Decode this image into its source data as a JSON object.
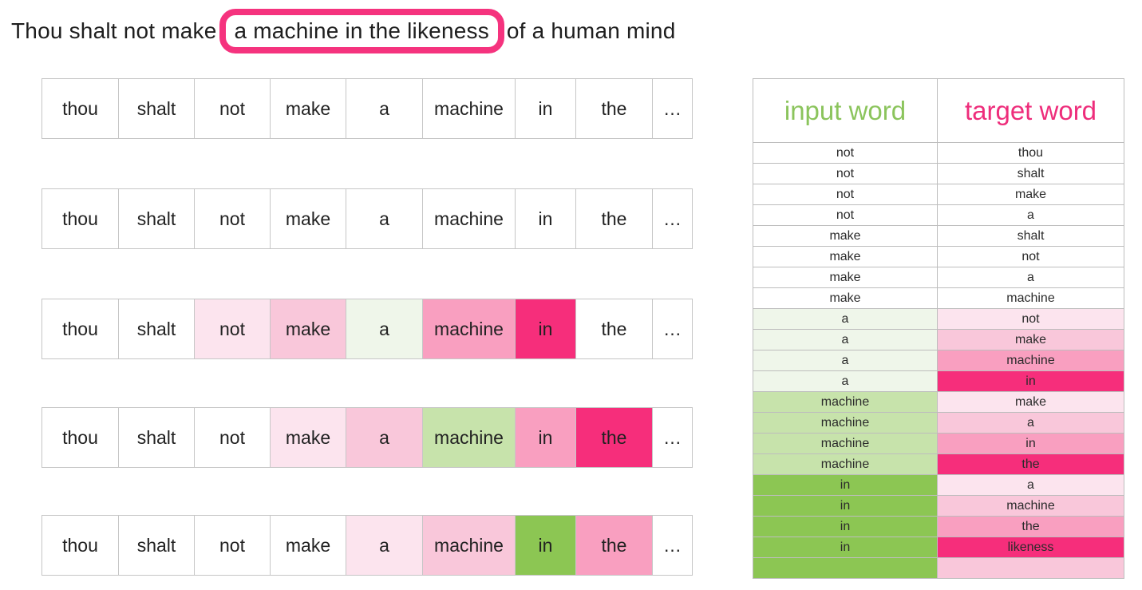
{
  "title": {
    "prefix": "Thou shalt not make",
    "highlight": "a machine in the likeness",
    "suffix": "of a human mind",
    "box_color": "#f5337e"
  },
  "palette": {
    "white": "#ffffff",
    "pink1": "#fce4ee",
    "pink2": "#f9c7da",
    "pink3": "#f99fc0",
    "pink4": "#f62e7b",
    "green1": "#eff6ea",
    "green2": "#c7e3ab",
    "green3": "#8cc653"
  },
  "token_rows": [
    {
      "cells": [
        {
          "text": "thou",
          "color": "white"
        },
        {
          "text": "shalt",
          "color": "white"
        },
        {
          "text": "not",
          "color": "white"
        },
        {
          "text": "make",
          "color": "white"
        },
        {
          "text": "a",
          "color": "white"
        },
        {
          "text": "machine",
          "color": "white"
        },
        {
          "text": "in",
          "color": "white"
        },
        {
          "text": "the",
          "color": "white"
        },
        {
          "text": "…",
          "color": "white"
        }
      ]
    },
    {
      "cells": [
        {
          "text": "thou",
          "color": "white"
        },
        {
          "text": "shalt",
          "color": "white"
        },
        {
          "text": "not",
          "color": "white"
        },
        {
          "text": "make",
          "color": "white"
        },
        {
          "text": "a",
          "color": "white"
        },
        {
          "text": "machine",
          "color": "white"
        },
        {
          "text": "in",
          "color": "white"
        },
        {
          "text": "the",
          "color": "white"
        },
        {
          "text": "…",
          "color": "white"
        }
      ]
    },
    {
      "cells": [
        {
          "text": "thou",
          "color": "white"
        },
        {
          "text": "shalt",
          "color": "white"
        },
        {
          "text": "not",
          "color": "pink1"
        },
        {
          "text": "make",
          "color": "pink2"
        },
        {
          "text": "a",
          "color": "green1"
        },
        {
          "text": "machine",
          "color": "pink3"
        },
        {
          "text": "in",
          "color": "pink4"
        },
        {
          "text": "the",
          "color": "white"
        },
        {
          "text": "…",
          "color": "white"
        }
      ]
    },
    {
      "cells": [
        {
          "text": "thou",
          "color": "white"
        },
        {
          "text": "shalt",
          "color": "white"
        },
        {
          "text": "not",
          "color": "white"
        },
        {
          "text": "make",
          "color": "pink1"
        },
        {
          "text": "a",
          "color": "pink2"
        },
        {
          "text": "machine",
          "color": "green2"
        },
        {
          "text": "in",
          "color": "pink3"
        },
        {
          "text": "the",
          "color": "pink4"
        },
        {
          "text": "…",
          "color": "white"
        }
      ]
    },
    {
      "cells": [
        {
          "text": "thou",
          "color": "white"
        },
        {
          "text": "shalt",
          "color": "white"
        },
        {
          "text": "not",
          "color": "white"
        },
        {
          "text": "make",
          "color": "white"
        },
        {
          "text": "a",
          "color": "pink1"
        },
        {
          "text": "machine",
          "color": "pink2"
        },
        {
          "text": "in",
          "color": "green3"
        },
        {
          "text": "the",
          "color": "pink3"
        },
        {
          "text": "…",
          "color": "white"
        }
      ]
    }
  ],
  "pairs_table": {
    "headers": [
      {
        "label": "input word",
        "color": "#8bc45c"
      },
      {
        "label": "target word",
        "color": "#ee2d7b"
      }
    ],
    "rows": [
      {
        "input": "not",
        "target": "thou",
        "ic": "white",
        "tc": "white"
      },
      {
        "input": "not",
        "target": "shalt",
        "ic": "white",
        "tc": "white"
      },
      {
        "input": "not",
        "target": "make",
        "ic": "white",
        "tc": "white"
      },
      {
        "input": "not",
        "target": "a",
        "ic": "white",
        "tc": "white"
      },
      {
        "input": "make",
        "target": "shalt",
        "ic": "white",
        "tc": "white"
      },
      {
        "input": "make",
        "target": "not",
        "ic": "white",
        "tc": "white"
      },
      {
        "input": "make",
        "target": "a",
        "ic": "white",
        "tc": "white"
      },
      {
        "input": "make",
        "target": "machine",
        "ic": "white",
        "tc": "white"
      },
      {
        "input": "a",
        "target": "not",
        "ic": "green1",
        "tc": "pink1"
      },
      {
        "input": "a",
        "target": "make",
        "ic": "green1",
        "tc": "pink2"
      },
      {
        "input": "a",
        "target": "machine",
        "ic": "green1",
        "tc": "pink3"
      },
      {
        "input": "a",
        "target": "in",
        "ic": "green1",
        "tc": "pink4"
      },
      {
        "input": "machine",
        "target": "make",
        "ic": "green2",
        "tc": "pink1"
      },
      {
        "input": "machine",
        "target": "a",
        "ic": "green2",
        "tc": "pink2"
      },
      {
        "input": "machine",
        "target": "in",
        "ic": "green2",
        "tc": "pink3"
      },
      {
        "input": "machine",
        "target": "the",
        "ic": "green2",
        "tc": "pink4"
      },
      {
        "input": "in",
        "target": "a",
        "ic": "green3",
        "tc": "pink1"
      },
      {
        "input": "in",
        "target": "machine",
        "ic": "green3",
        "tc": "pink2"
      },
      {
        "input": "in",
        "target": "the",
        "ic": "green3",
        "tc": "pink3"
      },
      {
        "input": "in",
        "target": "likeness",
        "ic": "green3",
        "tc": "pink4"
      },
      {
        "input": "",
        "target": "",
        "ic": "green3",
        "tc": "pink2"
      }
    ]
  }
}
